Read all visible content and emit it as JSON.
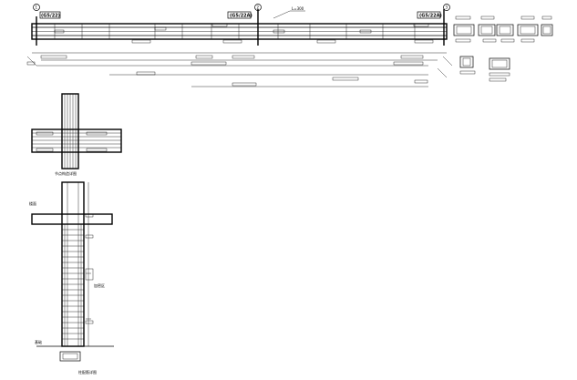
{
  "drawing": {
    "beam_tag_left": "(G5/22)",
    "beam_tag_mid": "(G5/22A)",
    "beam_tag_right": "(G5/22A)",
    "axis_left": "1",
    "axis_mid": "2",
    "axis_right": "3",
    "spacing_note": "L=300",
    "joint_caption": "节点构造详图",
    "column_caption": "柱配筋详图",
    "column_base_label": "基础",
    "column_top_label": "楼面",
    "column_side_label": "加密区"
  }
}
